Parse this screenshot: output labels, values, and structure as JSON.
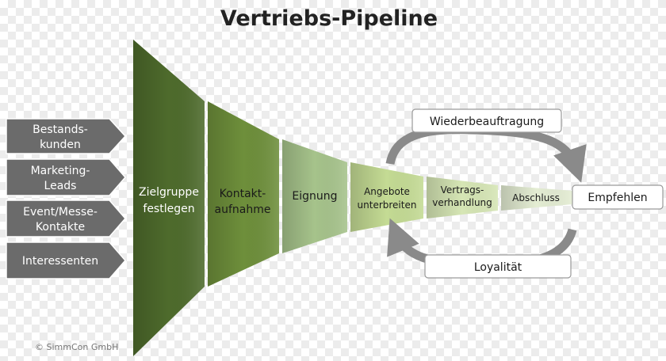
{
  "title": "Vertriebs-Pipeline",
  "sources": [
    {
      "line1": "Bestands-",
      "line2": "kunden"
    },
    {
      "line1": "Marketing-",
      "line2": "Leads"
    },
    {
      "line1": "Event/Messe-",
      "line2": "Kontakte"
    },
    {
      "line1": "Interessenten",
      "line2": ""
    }
  ],
  "stages": [
    {
      "line1": "Zielgruppe",
      "line2": "festlegen"
    },
    {
      "line1": "Kontakt-",
      "line2": "aufnahme"
    },
    {
      "line1": "Eignung",
      "line2": ""
    },
    {
      "line1": "Angebote",
      "line2": "unterbreiten"
    },
    {
      "line1": "Vertrags-",
      "line2": "verhandlung"
    },
    {
      "line1": "Abschluss",
      "line2": ""
    }
  ],
  "loop": {
    "top": "Wiederbeauftragung",
    "right": "Empfehlen",
    "bottom": "Loyalität"
  },
  "copyright": "© SimmCon GmbH",
  "colors": {
    "source_fill": "#6b6b6b",
    "stage_fills": [
      "#4e6b2c",
      "#6e8f3b",
      "#a6c38b",
      "#c4db94",
      "#d6e6b5",
      "#e4edd3"
    ],
    "arrow": "#8a8a8a"
  }
}
